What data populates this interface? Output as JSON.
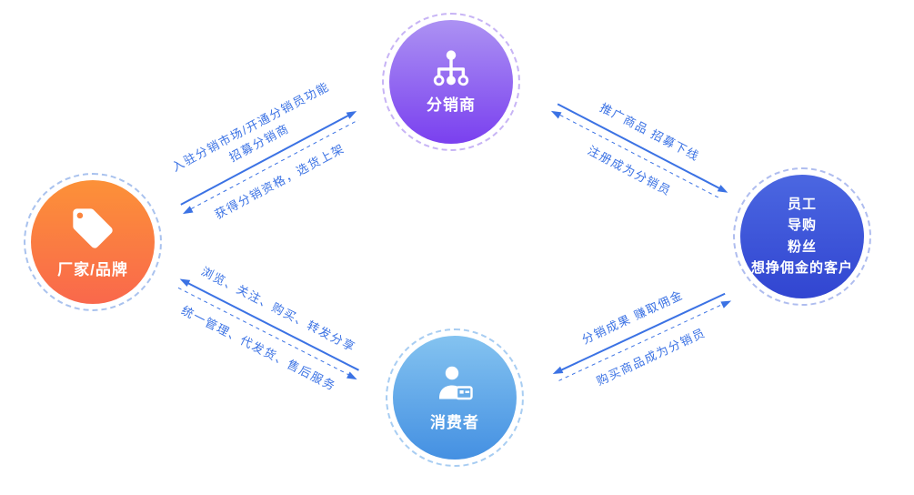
{
  "nodes": {
    "distributor": {
      "label": "分销商",
      "icon": "org-hierarchy-icon",
      "gradient_top": "#AC92F3",
      "gradient_bottom": "#7A40EF",
      "ring_color": "#C7B4F5"
    },
    "manufacturer": {
      "label": "厂家/品牌",
      "icon": "price-tag-icon",
      "gradient_top": "#FC9138",
      "gradient_bottom": "#F9684C",
      "ring_color": "#A9C2EE"
    },
    "consumer": {
      "label": "消费者",
      "icon": "person-card-icon",
      "gradient_top": "#84C3F0",
      "gradient_bottom": "#4490E2",
      "ring_color": "#A8CDF2"
    },
    "partners": {
      "lines": [
        "员工",
        "导购",
        "粉丝",
        "想挣佣金的客户"
      ],
      "gradient_top": "#4B67E1",
      "gradient_bottom": "#3145D1",
      "ring_color": "#AFBDEF"
    }
  },
  "edges": {
    "manufacturer_distributor": {
      "forward_line1": "入驻分销市场/开通分销员功能",
      "forward_line2": "招募分销商",
      "back_label": "获得分销资格，选货上架"
    },
    "distributor_partners": {
      "forward_label": "推广商品 招募下线",
      "back_label": "注册成为分销员"
    },
    "consumer_manufacturer": {
      "forward_label": "浏览、关注、购买、转发分享",
      "back_label": "统一管理、代发货、售后服务"
    },
    "partners_consumer": {
      "forward_label": "分销成果 赚取佣金",
      "back_label": "购买商品成为分销员"
    }
  },
  "colors": {
    "arrow": "#3B72E4",
    "background": "#FFFFFF",
    "node_text": "#FFFFFF"
  }
}
